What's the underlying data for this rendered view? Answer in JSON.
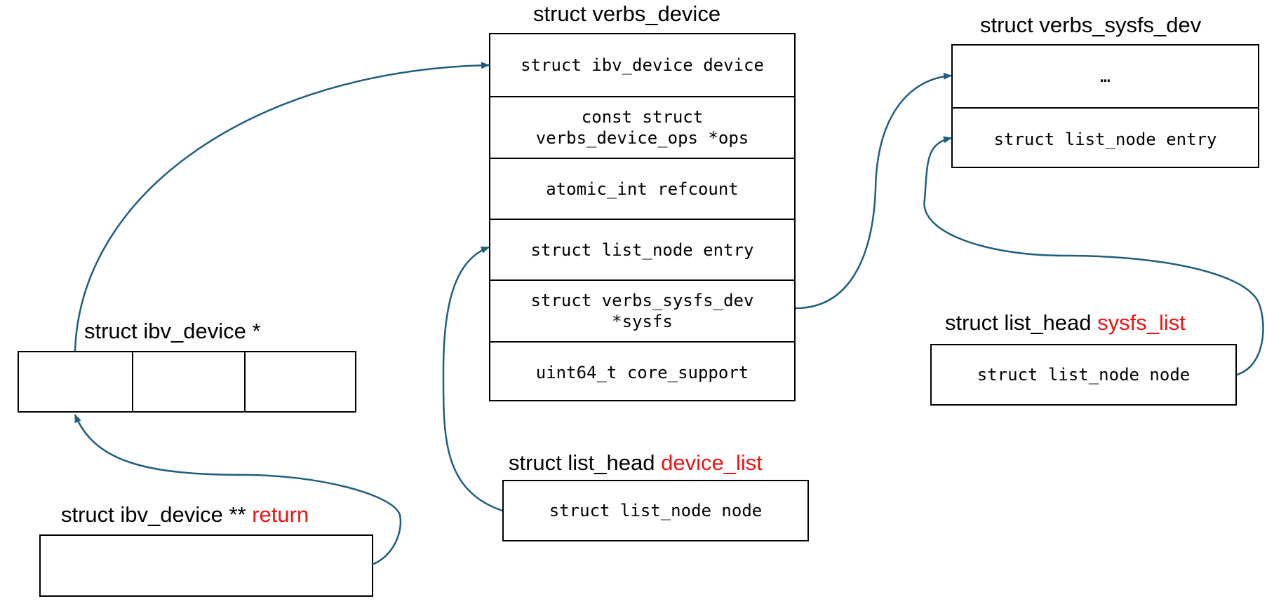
{
  "colors": {
    "arrow": "#1f5e7e",
    "highlight": "#ee1111",
    "border": "#000000"
  },
  "verbs_device": {
    "title": "struct verbs_device",
    "fields": [
      "struct ibv_device device",
      "const struct\nverbs_device_ops *ops",
      "atomic_int refcount",
      "struct list_node entry",
      "struct verbs_sysfs_dev\n*sysfs",
      "uint64_t core_support"
    ]
  },
  "verbs_sysfs_dev": {
    "title": "struct verbs_sysfs_dev",
    "fields": [
      "…",
      "struct list_node entry"
    ]
  },
  "ibv_device_ptr": {
    "title": "struct ibv_device *"
  },
  "return_var": {
    "title_prefix": "struct ibv_device ** ",
    "title_name": "return"
  },
  "device_list": {
    "title_prefix": "struct list_head ",
    "title_name": "device_list",
    "field": "struct list_node node"
  },
  "sysfs_list": {
    "title_prefix": "struct list_head ",
    "title_name": "sysfs_list",
    "field": "struct list_node node"
  }
}
